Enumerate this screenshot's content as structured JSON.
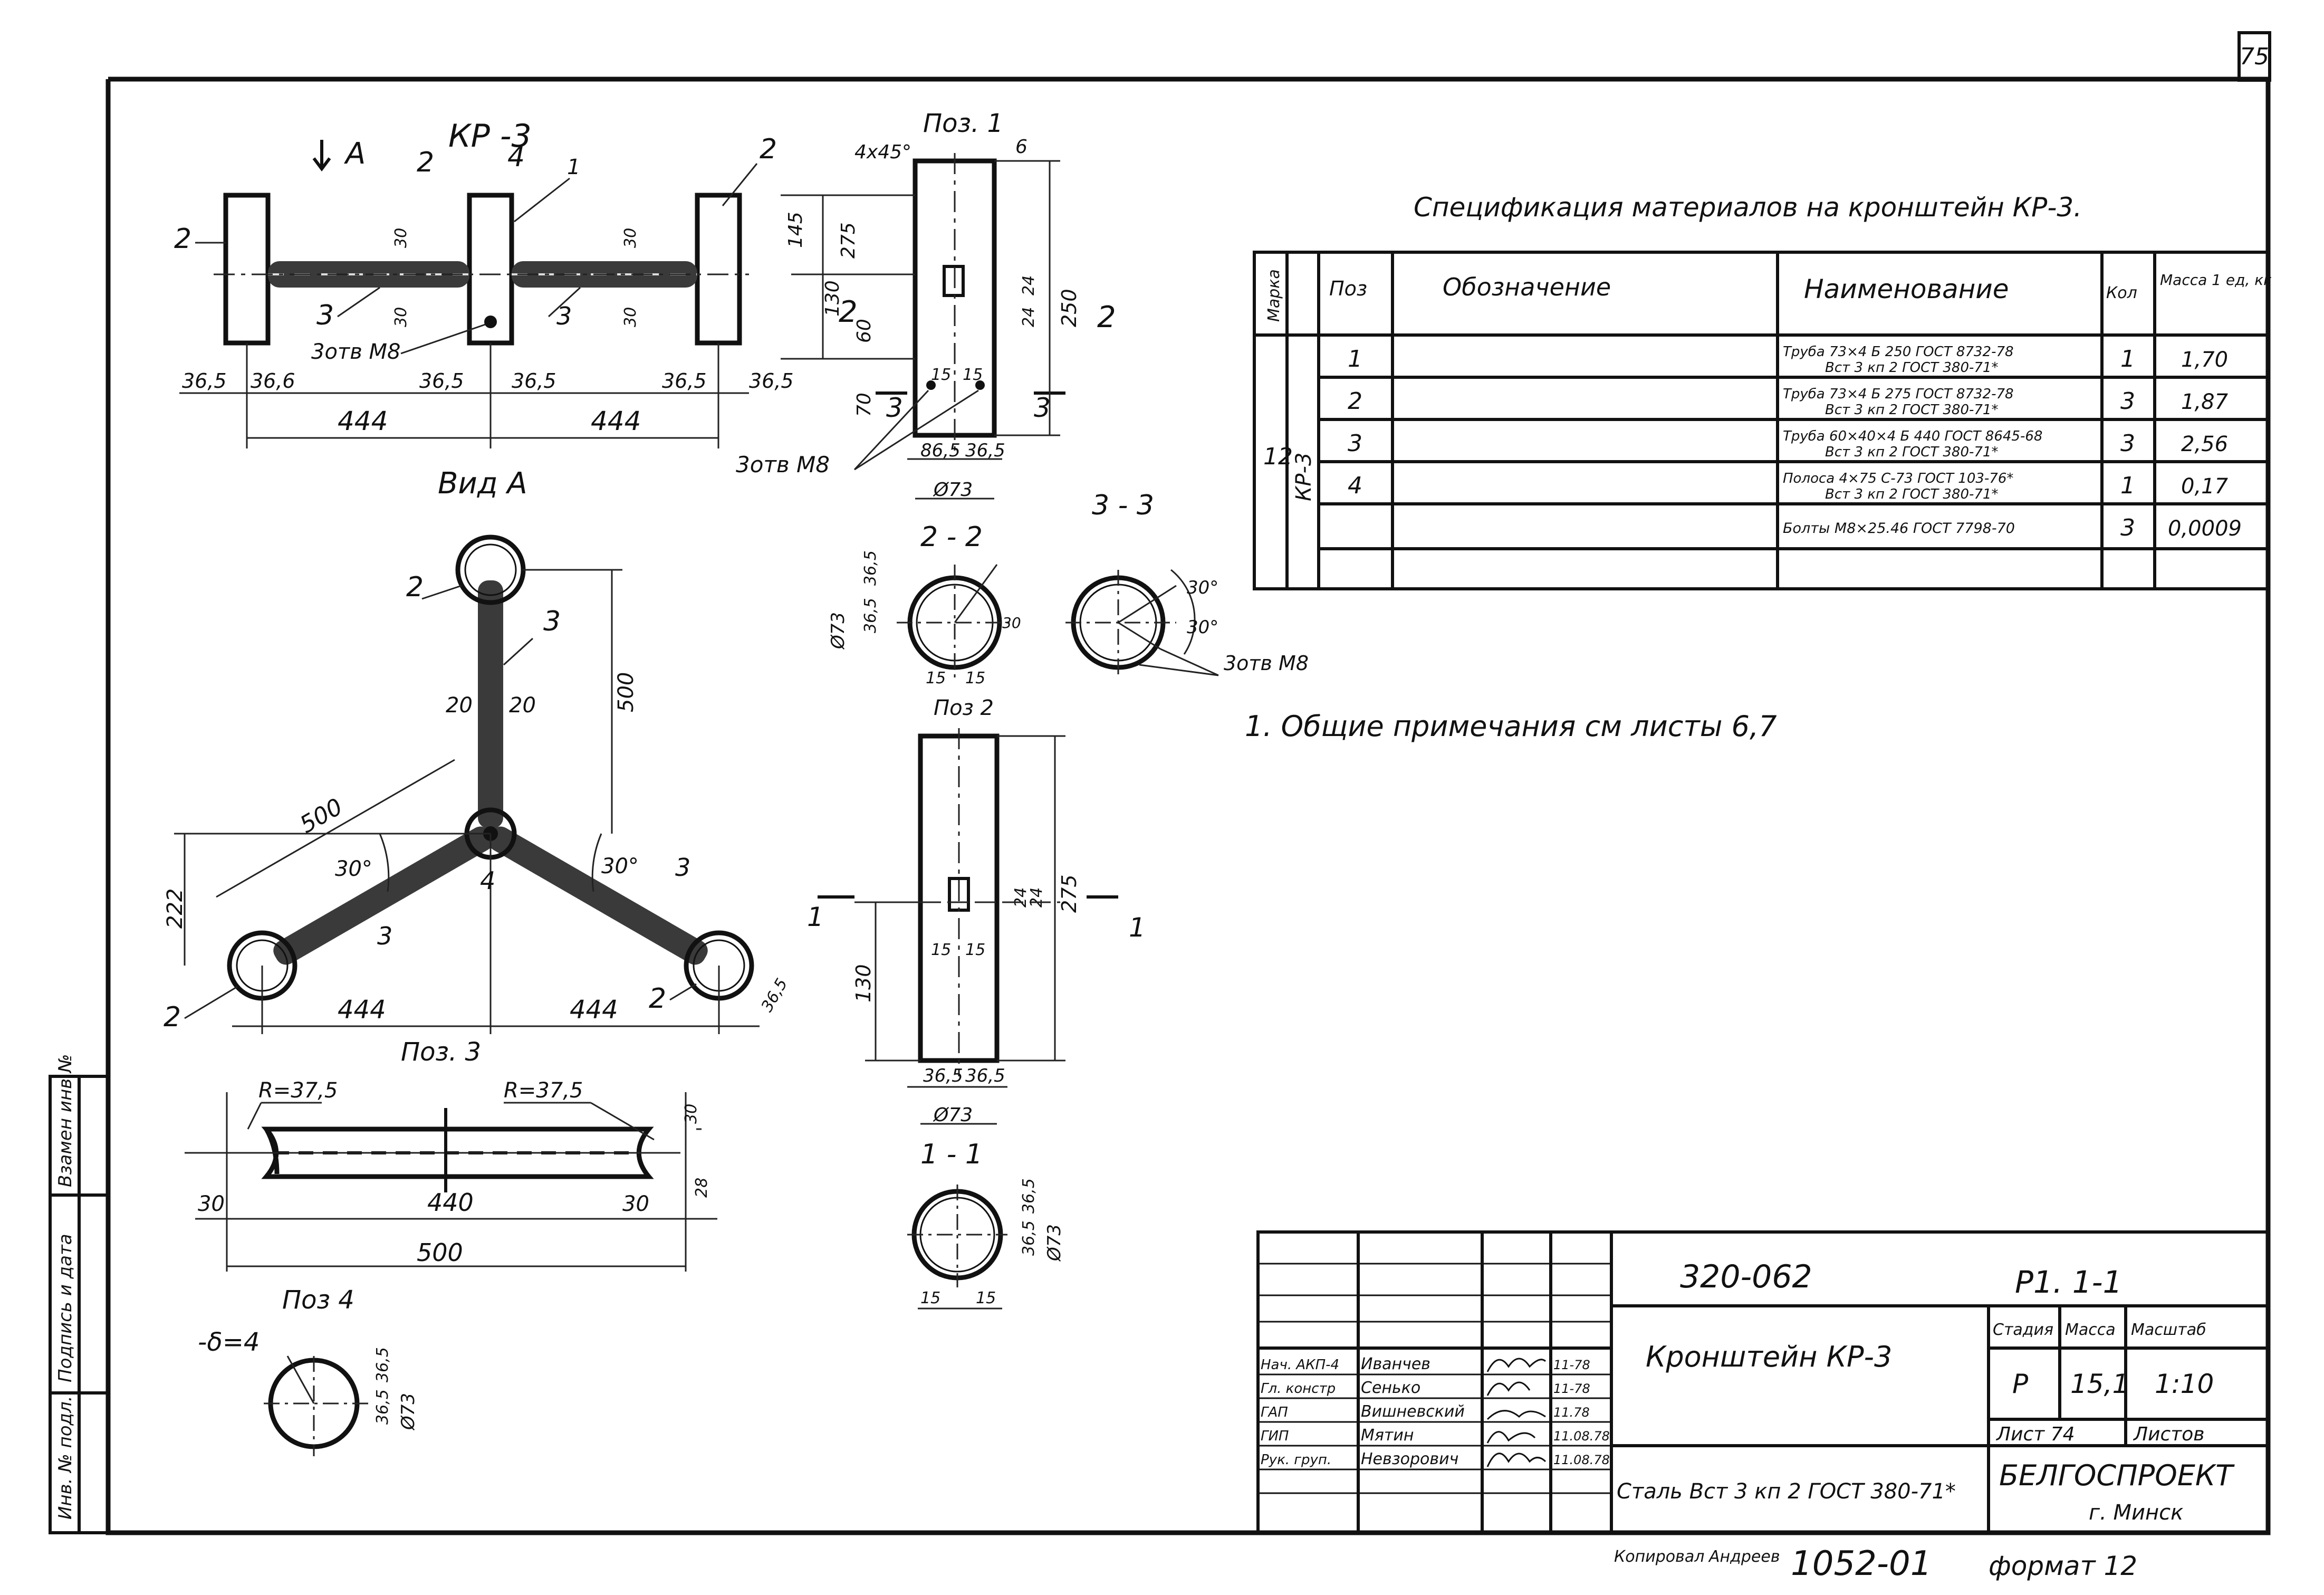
{
  "sheet": {
    "page_number": "75",
    "side_stamp": [
      "Инв. № подл.",
      "Подпись и дата",
      "Взамен инв.№"
    ]
  },
  "views": {
    "kp3_label": "КР -3",
    "view_a_arrow": "А",
    "view_a_title": "Вид А",
    "pos1": "Поз. 1",
    "pos2": "Поз 2",
    "pos3": "Поз. 3",
    "pos4": "Поз 4",
    "sec22": "2 - 2",
    "sec33": "3 - 3",
    "sec11": "1 - 1",
    "sec_arrow_3": "3",
    "sec_arrow_2": "2",
    "sec_arrow_1": "1"
  },
  "labels": {
    "holes_m8": "3отв М8",
    "pos_1": "1",
    "pos_2": "2",
    "pos_3": "3",
    "pos_4": "4",
    "s4": "-δ=4",
    "r375": "R=37,5",
    "angle30": "30°"
  },
  "dims": {
    "d365": "36,5",
    "d36b": "36,6",
    "d444": "444",
    "d30": "30",
    "d4x45": "4x45°",
    "d145": "145",
    "d275": "275",
    "d250": "250",
    "d130": "130",
    "d60": "60",
    "d70": "70",
    "d24": "24",
    "d15": "15",
    "d865": "86,5",
    "d73": "Ø73",
    "d500": "500",
    "d222": "222",
    "d20": "20",
    "d440": "440",
    "d28": "28",
    "d6": "6"
  },
  "spec": {
    "title": "Спецификация материалов на кронштейн КР-3.",
    "headers": [
      "Марка",
      "Поз",
      "Обозначение",
      "Наименование",
      "Кол",
      "Масса 1 ед, кг"
    ],
    "group_qty": "12",
    "group_mark": "КР-3",
    "rows": [
      {
        "pos": "1",
        "name_top": "Труба 73×4 Б 250 ГОСТ 8732-78",
        "name_bot": "Вст 3 кп 2 ГОСТ 380-71*",
        "qty": "1",
        "mass": "1,70"
      },
      {
        "pos": "2",
        "name_top": "Труба 73×4 Б 275 ГОСТ 8732-78",
        "name_bot": "Вст 3 кп 2 ГОСТ 380-71*",
        "qty": "3",
        "mass": "1,87"
      },
      {
        "pos": "3",
        "name_top": "Труба 60×40×4 Б 440 ГОСТ 8645-68",
        "name_bot": "Вст 3 кп 2 ГОСТ 380-71*",
        "qty": "3",
        "mass": "2,56"
      },
      {
        "pos": "4",
        "name_top": "Полоса 4×75 С-73 ГОСТ 103-76*",
        "name_bot": "Вст 3 кп 2 ГОСТ 380-71*",
        "qty": "1",
        "mass": "0,17"
      },
      {
        "pos": "",
        "name_top": "Болты М8×25.46 ГОСТ 7798-70",
        "name_bot": "",
        "qty": "3",
        "mass": "0,0009"
      },
      {
        "pos": "",
        "name_top": "",
        "name_bot": "",
        "qty": "",
        "mass": ""
      }
    ]
  },
  "note": "1. Общие примечания см листы 6,7",
  "title_block": {
    "doc_code": "320-062",
    "sheet_code": "Р1. 1-1",
    "title": "Кронштейн КР-3",
    "material": "Сталь Вст 3 кп 2 ГОСТ 380-71*",
    "stage_label": "Стадия",
    "mass_label": "Масса",
    "scale_label": "Масштаб",
    "stage": "Р",
    "mass": "15,1",
    "scale": "1:10",
    "sheet_no": "Лист 74",
    "sheets_label": "Листов",
    "org": "БЕЛГОСПРОЕКТ",
    "city": "г. Минск",
    "signers": [
      {
        "role": "Нач. АКП-4",
        "name": "Иванчев",
        "date": "11-78"
      },
      {
        "role": "Гл. констр",
        "name": "Сенько",
        "date": "11-78"
      },
      {
        "role": "ГАП",
        "name": "Вишневский",
        "date": "11.78"
      },
      {
        "role": "ГИП",
        "name": "Мятин",
        "date": "11.08.78"
      },
      {
        "role": "Рук. груп.",
        "name": "Невзорович",
        "date": "11.08.78"
      }
    ]
  },
  "footer": {
    "copied": "Копировал",
    "copier": "Андреев",
    "inv": "1052-01",
    "format": "формат 12"
  }
}
